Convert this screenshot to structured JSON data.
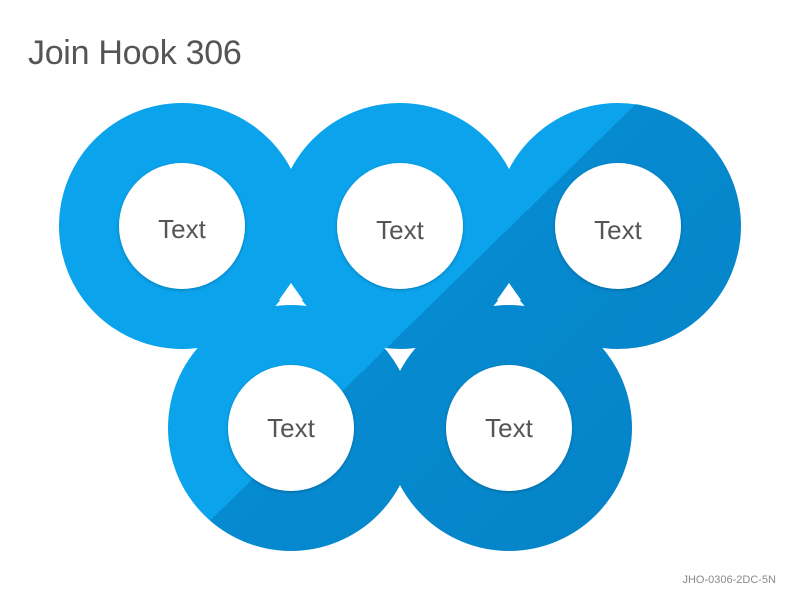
{
  "header": {
    "title": "Join Hook 306"
  },
  "diagram": {
    "type": "interlocking-rings",
    "colors": {
      "ring_light": "#0aa3ec",
      "ring_dark": "#0583c7",
      "inner_fill": "#ffffff"
    },
    "rings": [
      {
        "label": "Text"
      },
      {
        "label": "Text"
      },
      {
        "label": "Text"
      },
      {
        "label": "Text"
      },
      {
        "label": "Text"
      }
    ]
  },
  "footer": {
    "code": "JHO-0306-2DC-5N"
  }
}
